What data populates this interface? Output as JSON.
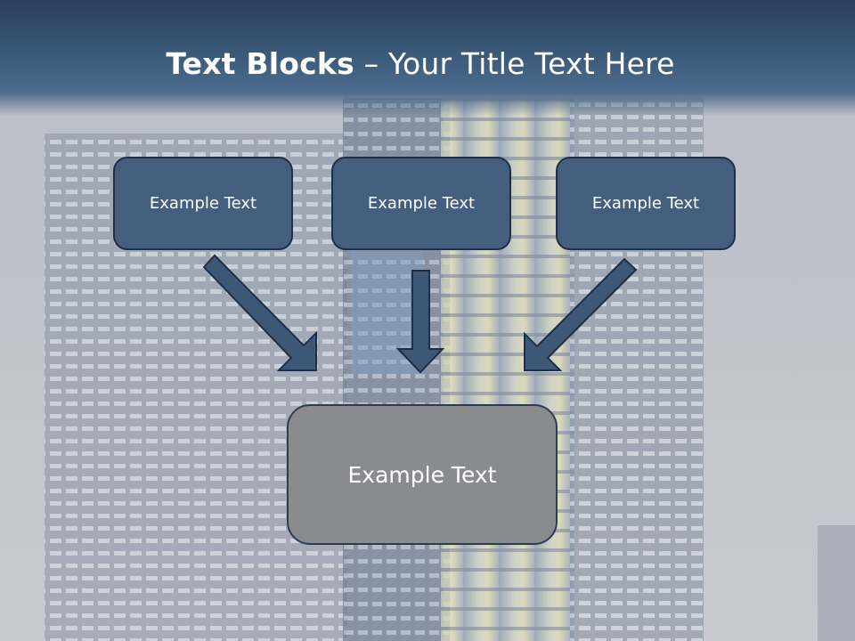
{
  "slide": {
    "title_bold": "Text Blocks",
    "title_dash": " – ",
    "title_rest": "Your Title Text Here"
  },
  "blocks": {
    "top": [
      {
        "label": "Example Text"
      },
      {
        "label": "Example Text"
      },
      {
        "label": "Example Text"
      }
    ],
    "bottom": {
      "label": "Example Text"
    }
  },
  "colors": {
    "header": "#3a5878",
    "block_fill": "#445f7d",
    "block_border": "#1e2f46",
    "bottom_fill": "#8a8b8e",
    "arrow_fill": "#3d5877"
  },
  "icons": [
    "down-right-arrow-icon",
    "down-arrow-icon",
    "down-left-arrow-icon"
  ]
}
